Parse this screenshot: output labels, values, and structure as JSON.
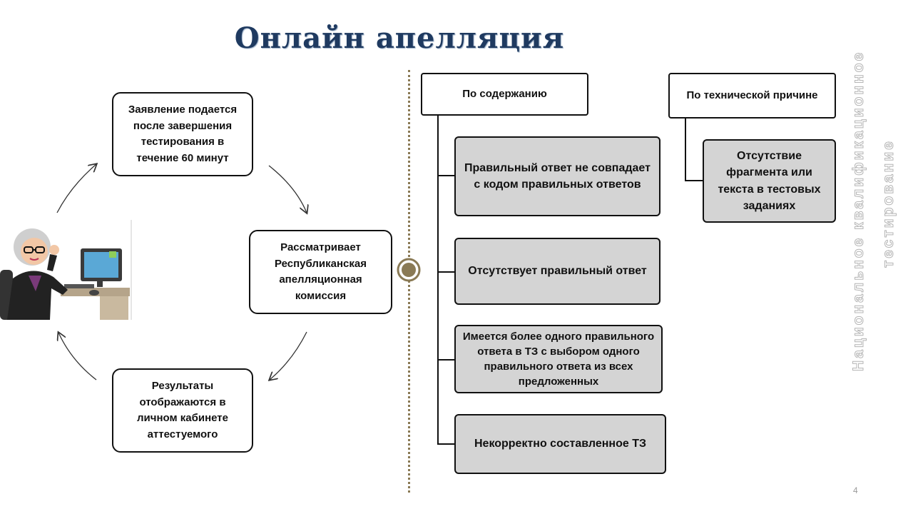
{
  "title": "Онлайн апелляция",
  "cycle": {
    "step1": "Заявление подается после завершения тестирования в течение 60 минут",
    "step2": "Рассматривает Республиканская апелляционная комиссия",
    "step3": "Результаты отображаются в личном кабинете аттестуемого"
  },
  "content_reasons": {
    "header": "По содержанию",
    "items": [
      "Правильный ответ не совпадает с кодом правильных ответов",
      "Отсутствует правильный ответ",
      "Имеется более одного правильного ответа в ТЗ с выбором одного правильного ответа из всех предложенных",
      "Некорректно составленное ТЗ"
    ]
  },
  "technical_reasons": {
    "header": "По технической причине",
    "items": [
      "Отсутствие фрагмента или текста в тестовых заданиях"
    ]
  },
  "side_text": {
    "line1": "Национальное квалификационное",
    "line2": "тестирование"
  },
  "page_number": "4",
  "colors": {
    "title": "#1f3a60",
    "grey_box": "#d4d4d4",
    "divider": "#8a7a55"
  },
  "icons": [
    "teacher-at-computer-illustration",
    "cycle-arrow",
    "circle-marker"
  ]
}
